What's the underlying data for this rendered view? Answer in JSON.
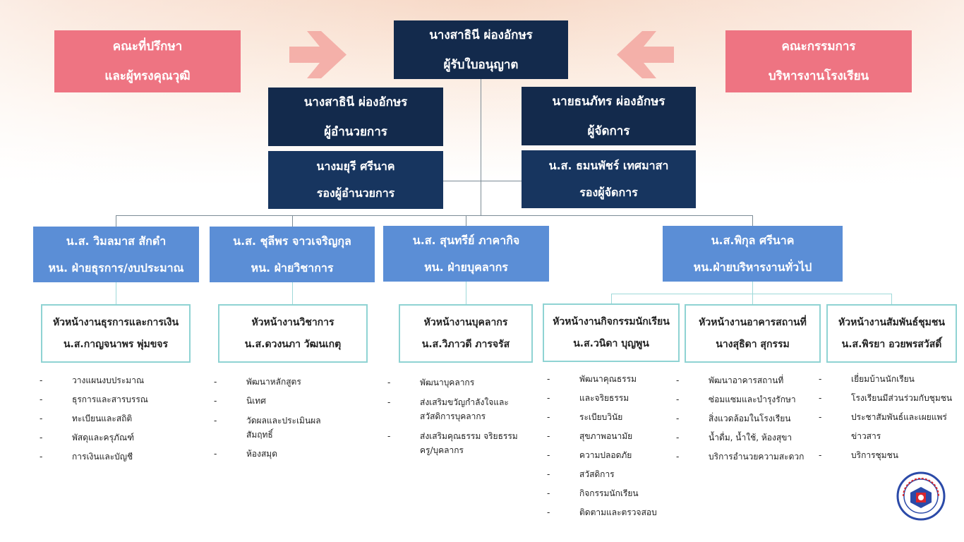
{
  "top": {
    "advisors": [
      "คณะที่ปรึกษา",
      "และผู้ทรงคุณวุฒิ"
    ],
    "licensee": [
      "นางสาธินี ผ่องอักษร",
      "ผู้รับใบอนุญาต"
    ],
    "committee": [
      "คณะกรรมการ",
      "บริหารงานโรงเรียน"
    ]
  },
  "executives": {
    "director": [
      "นางสาธินี ผ่องอักษร",
      "ผู้อำนวยการ"
    ],
    "manager": [
      "นายธนภัทร ผ่องอักษร",
      "ผู้จัดการ"
    ],
    "deputy_director": [
      "นางมยุรี ศรีนาค",
      "รองผู้อำนวยการ"
    ],
    "deputy_manager": [
      "น.ส. ธมนพัชร์  เทศมาสา",
      "รองผู้จัดการ"
    ]
  },
  "departments": [
    {
      "name": "น.ส. วิมลมาส   สักดำ",
      "role": "หน. ฝ่ายธุรการ/งบประมาณ"
    },
    {
      "name": "น.ส. ชุลีพร  จาวเจริญกุล",
      "role": "หน. ฝ่ายวิชาการ"
    },
    {
      "name": "น.ส. สุนทรีย์  ภาคากิจ",
      "role": "หน. ฝ่ายบุคลากร"
    },
    {
      "name": "น.ส.พิกุล ศรีนาค",
      "role": "หน.ฝ่ายบริหารงานทั่วไป"
    }
  ],
  "units": [
    {
      "title": "หัวหน้างานธุรการและการเงิน",
      "name": "น.ส.กาญจนาพร พุ่มขจร"
    },
    {
      "title": "หัวหน้างานวิชาการ",
      "name": "น.ส.ดวงนภา วัฒนเกตุ"
    },
    {
      "title": "หัวหน้างานบุคลากร",
      "name": "น.ส.วิภาวดี ภารจรัส"
    },
    {
      "title": "หัวหน้างานกิจกรรมนักเรียน",
      "name": "น.ส.วนิดา บุญพูน"
    },
    {
      "title": "หัวหน้างานอาคารสถานที่",
      "name": "นางสุธิดา สุกรรม"
    },
    {
      "title": "หัวหน้างานสัมพันธ์ชุมชน",
      "name": "น.ส.พิรยา อวยพรสวัสดิ์"
    }
  ],
  "tasks": [
    [
      "วางแผนงบประมาณ",
      "ธุรการและสารบรรณ",
      "ทะเบียนและสถิติ",
      "พัสดุและครุภัณฑ์",
      "การเงินและบัญชี"
    ],
    [
      "พัฒนาหลักสูตร",
      "นิเทศ",
      "วัดผลและประเมินผล\nสัมฤทธิ์",
      "ห้องสมุด"
    ],
    [
      "พัฒนาบุคลากร",
      "ส่งเสริมขวัญกำลังใจและ\nสวัสดิการบุคลากร",
      "ส่งเสริมคุณธรรม จริยธรรม\nครู/บุคลากร"
    ],
    [
      "พัฒนาคุณธรรม",
      "และจริยธรรม",
      "ระเบียบวินัย",
      "สุขภาพอนามัย",
      "ความปลอดภัย",
      "สวัสดิการ",
      "กิจกรรมนักเรียน",
      "ติดตามและตรวจสอบ"
    ],
    [
      "พัฒนาอาคารสถานที่",
      "ซ่อมแซมและบำรุงรักษา",
      "สิ่งแวดล้อมในโรงเรียน",
      "น้ำดื่ม, น้ำใช้, ห้องสุขา",
      "บริการอำนวยความสะดวก"
    ],
    [
      "เยี่ยมบ้านนักเรียน",
      "โรงเรียนมีส่วนร่วมกับชุมชน",
      "ประชาสัมพันธ์และเผยแพร่",
      "ข่าวสาร",
      "บริการชุมชน"
    ]
  ],
  "dash": "-",
  "colors": {
    "pink": "#ee7482",
    "navy": "#132a4c",
    "blue": "#5b8ed6",
    "teal": "#8fd3d3",
    "arrow": "#f2a6a0"
  },
  "icons": [
    "arrow-right-icon",
    "arrow-left-icon",
    "school-seal-logo"
  ]
}
